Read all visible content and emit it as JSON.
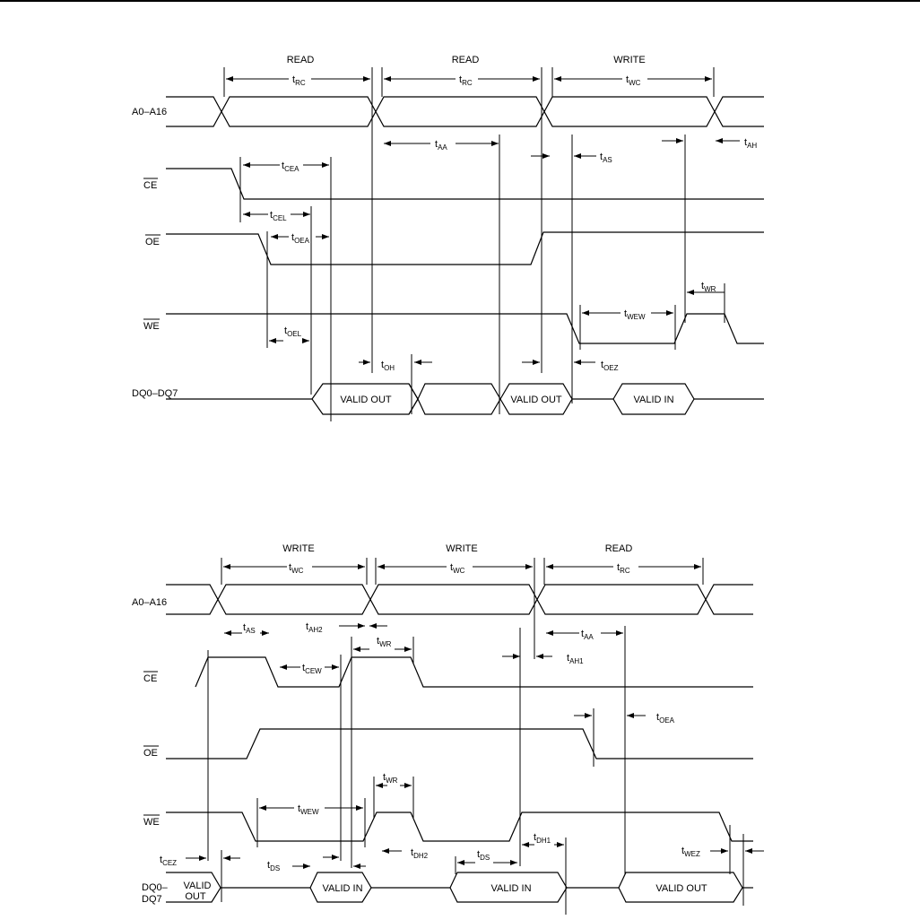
{
  "diagram1": {
    "cycles": [
      "READ",
      "READ",
      "WRITE"
    ],
    "signals": {
      "address": "A0–A16",
      "ce": "CE",
      "oe": "OE",
      "we": "WE",
      "dq": "DQ0–DQ7"
    },
    "params": {
      "trc1": [
        "t",
        "RC"
      ],
      "trc2": [
        "t",
        "RC"
      ],
      "twc": [
        "t",
        "WC"
      ],
      "taa": [
        "t",
        "AA"
      ],
      "tas": [
        "t",
        "AS"
      ],
      "tah": [
        "t",
        "AH"
      ],
      "tcea": [
        "t",
        "CEA"
      ],
      "tcel": [
        "t",
        "CEL"
      ],
      "toea": [
        "t",
        "OEA"
      ],
      "toel": [
        "t",
        "OEL"
      ],
      "twr": [
        "t",
        "WR"
      ],
      "twew": [
        "t",
        "WEW"
      ],
      "toh": [
        "t",
        "OH"
      ],
      "toez": [
        "t",
        "OEZ"
      ]
    },
    "data_labels": [
      "VALID OUT",
      "VALID OUT",
      "VALID IN"
    ]
  },
  "diagram2": {
    "cycles": [
      "WRITE",
      "WRITE",
      "READ"
    ],
    "signals": {
      "address": "A0–A16",
      "ce": "CE",
      "oe": "OE",
      "we": "WE",
      "dq_line1": "DQ0–",
      "dq_line2": "DQ7"
    },
    "params": {
      "twc1": [
        "t",
        "WC"
      ],
      "twc2": [
        "t",
        "WC"
      ],
      "trc": [
        "t",
        "RC"
      ],
      "tas": [
        "t",
        "AS"
      ],
      "tah2": [
        "t",
        "AH2"
      ],
      "twr1": [
        "t",
        "WR"
      ],
      "tcew": [
        "t",
        "CEW"
      ],
      "tah1": [
        "t",
        "AH1"
      ],
      "taa": [
        "t",
        "AA"
      ],
      "toea": [
        "t",
        "OEA"
      ],
      "twr2": [
        "t",
        "WR"
      ],
      "twew": [
        "t",
        "WEW"
      ],
      "tcez": [
        "t",
        "CEZ"
      ],
      "tds1": [
        "t",
        "DS"
      ],
      "tdh2": [
        "t",
        "DH2"
      ],
      "tds2": [
        "t",
        "DS"
      ],
      "tdh1": [
        "t",
        "DH1"
      ],
      "twez": [
        "t",
        "WEZ"
      ]
    },
    "data_labels": [
      "VALID IN",
      "VALID IN",
      "VALID OUT"
    ],
    "dq_initial_line1": "VALID",
    "dq_initial_line2": "OUT"
  }
}
